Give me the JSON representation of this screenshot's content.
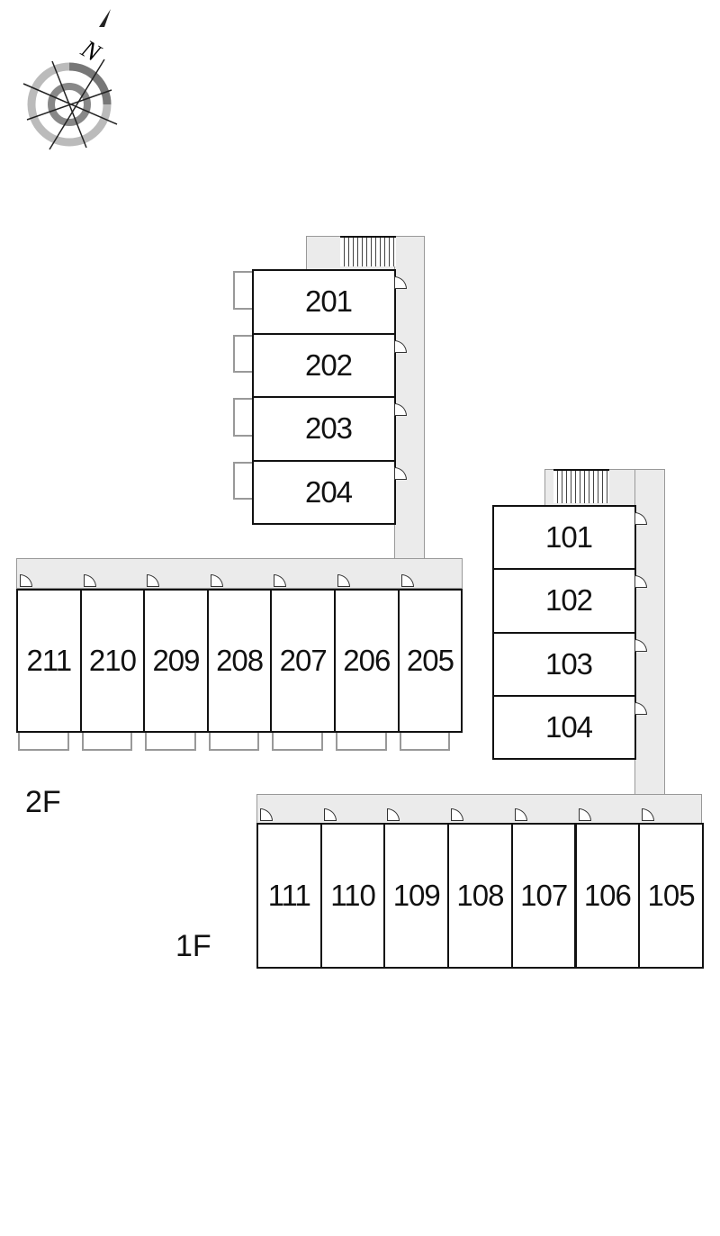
{
  "compass": {
    "label": "N",
    "icon": "north-arrow-compass"
  },
  "floors": {
    "second": "2F",
    "first": "1F"
  },
  "units_2f_vertical": [
    "201",
    "202",
    "203",
    "204"
  ],
  "units_2f_horizontal": [
    "211",
    "210",
    "209",
    "208",
    "207",
    "206",
    "205"
  ],
  "units_1f_vertical": [
    "101",
    "102",
    "103",
    "104"
  ],
  "units_1f_horizontal": [
    "111",
    "110",
    "109",
    "108",
    "107",
    "106",
    "105"
  ]
}
